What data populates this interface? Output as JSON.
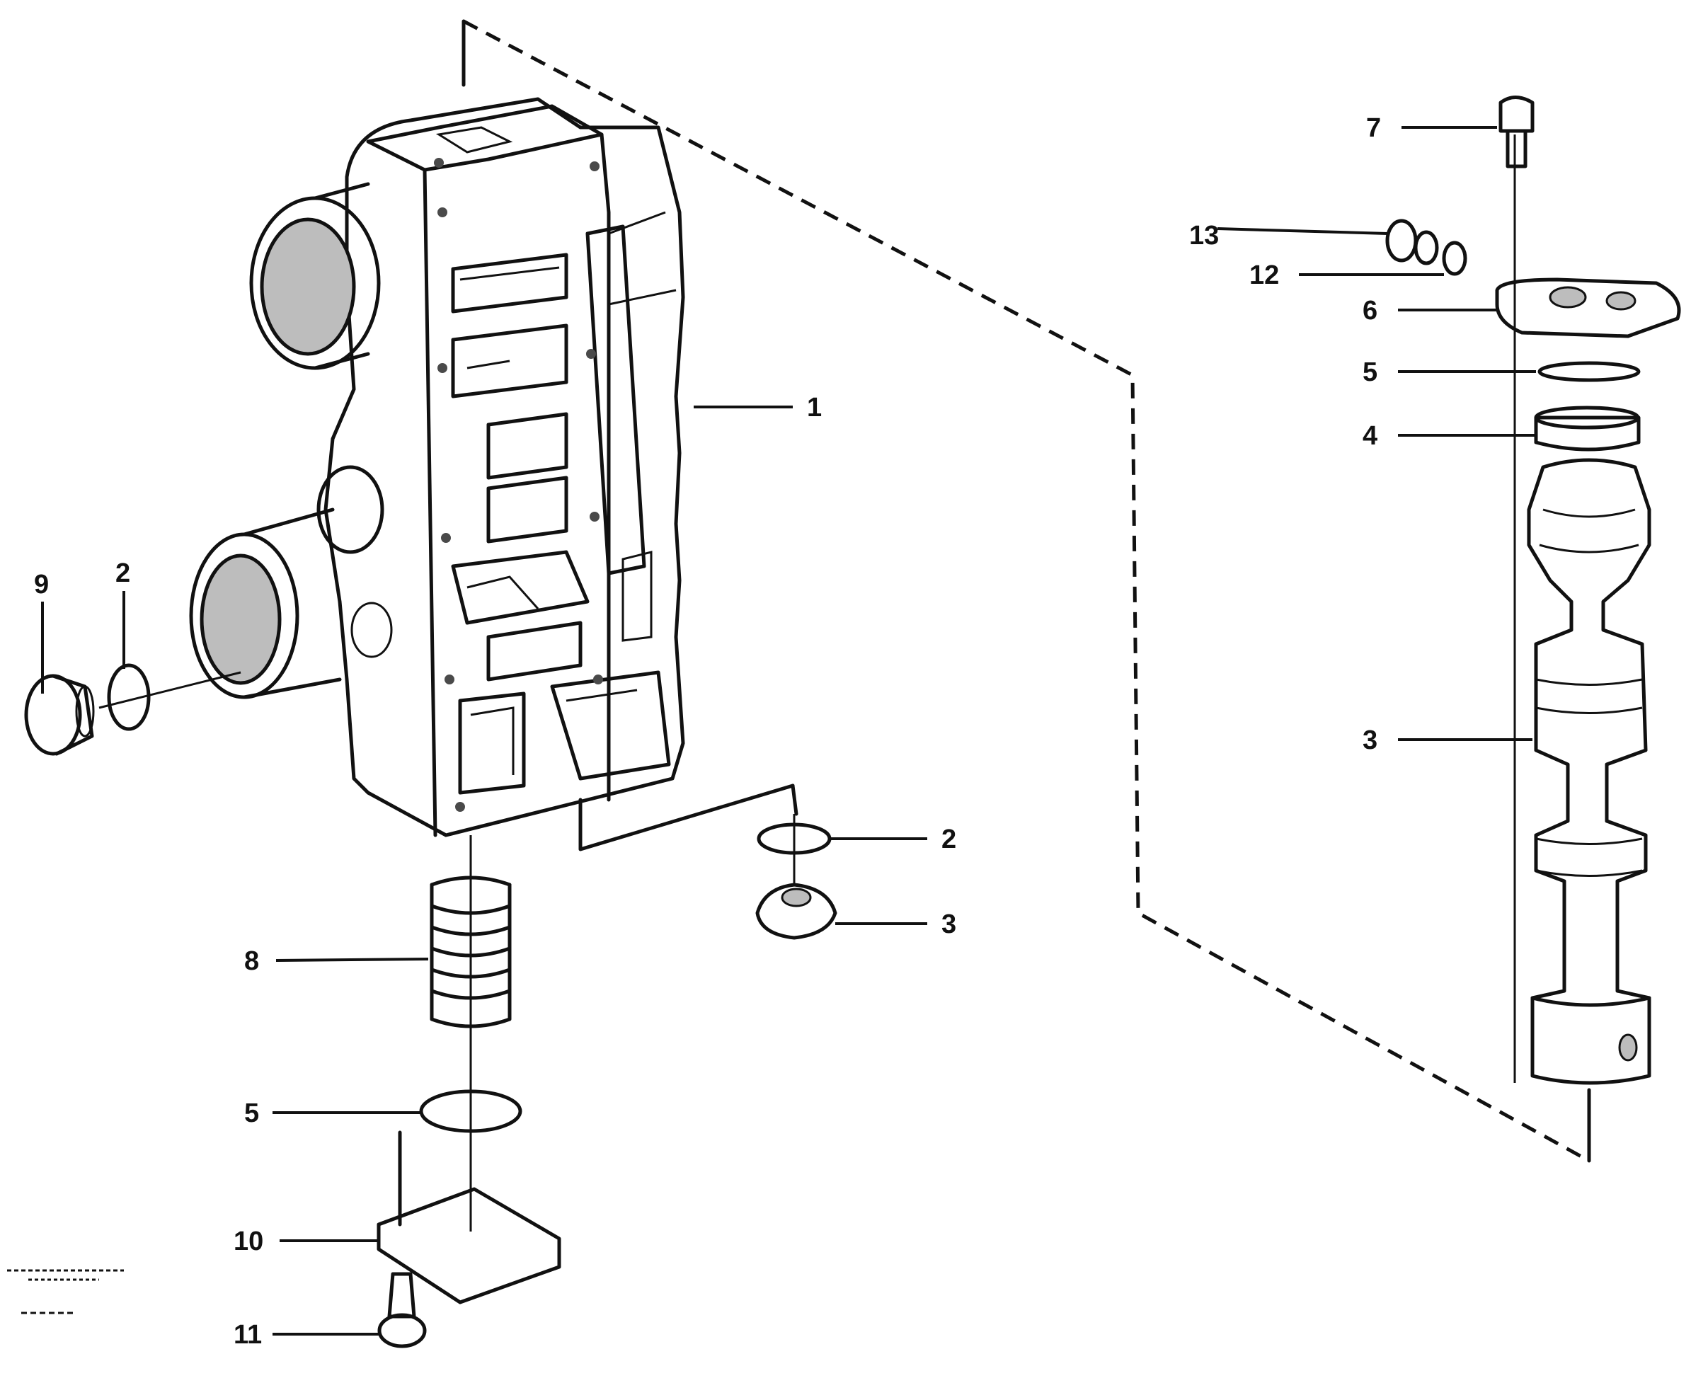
{
  "labels": {
    "l1": "1",
    "l2a": "2",
    "l2b": "2",
    "l3a": "3",
    "l3b": "3",
    "l4": "4",
    "l5a": "5",
    "l5b": "5",
    "l6": "6",
    "l7": "7",
    "l8": "8",
    "l9": "9",
    "l10": "10",
    "l11": "11",
    "l12": "12",
    "l13": "13"
  }
}
